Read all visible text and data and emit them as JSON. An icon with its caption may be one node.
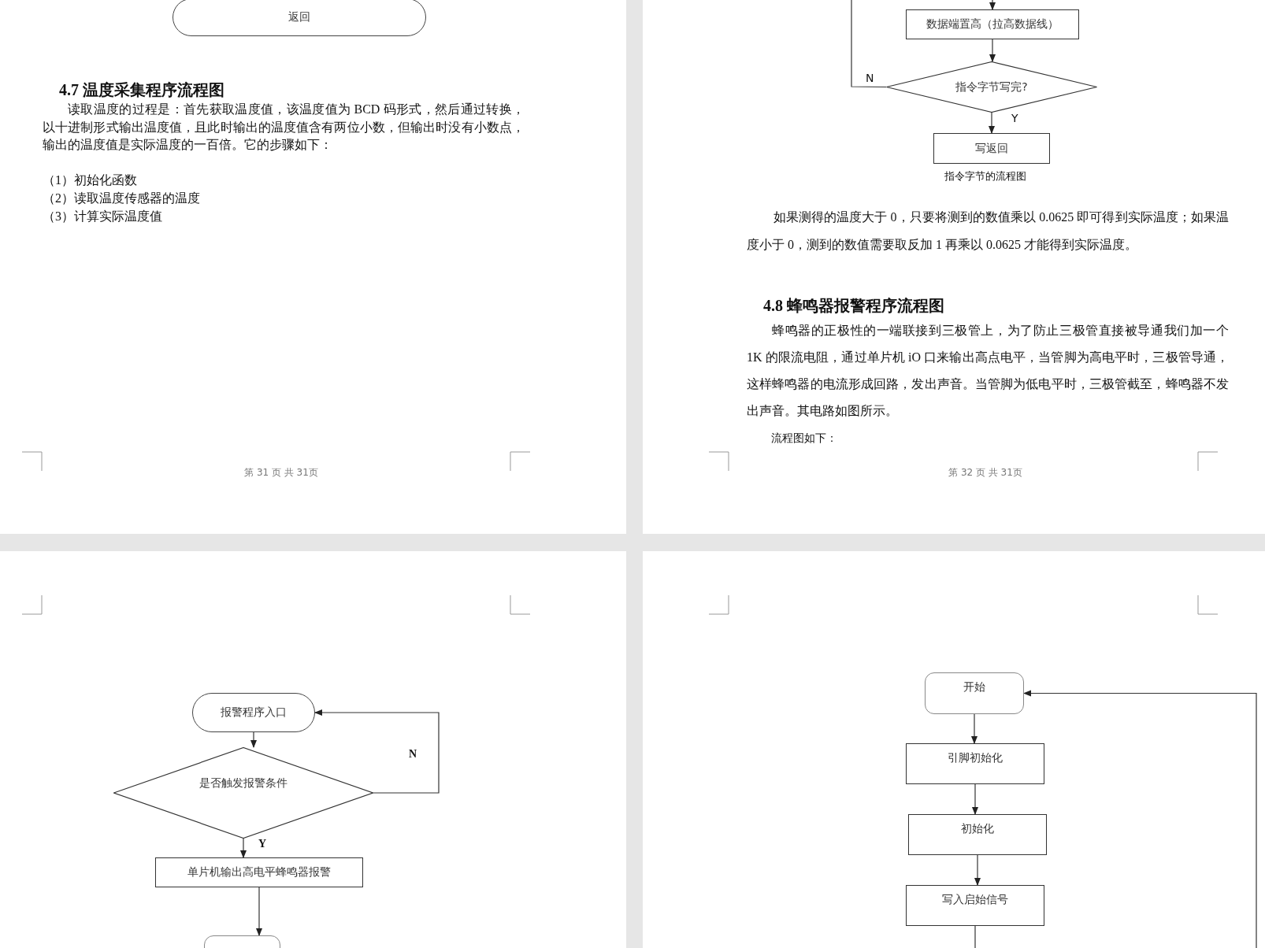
{
  "diagram": {
    "nodes": [
      {
        "text": [
          "返回"
        ]
      },
      {
        "text": [
          "数据端置高（拉高数据线）"
        ]
      },
      {
        "text": [
          "指令字节写完?"
        ]
      },
      {
        "text": [
          "写返回"
        ]
      },
      {
        "text": [
          "报警程序入口"
        ]
      },
      {
        "text": [
          "是否触发报警条件"
        ]
      },
      {
        "text": [
          "单片机输出高电平蜂鸣器报警"
        ]
      },
      {
        "text": [],
        "shape": "box"
      },
      {
        "text": [
          "开始"
        ]
      },
      {
        "text": [
          "引脚初始化"
        ]
      },
      {
        "text": [
          "初始化"
        ]
      },
      {
        "text": [
          "写入启始信号"
        ]
      }
    ],
    "edges": [
      {
        "from": null,
        "to": 1,
        "arrow": "to"
      },
      {
        "from": 1,
        "to": 2,
        "arrow": "to"
      },
      {
        "from": 2,
        "to": 3,
        "arrow": "to",
        "label": "Y"
      },
      {
        "from": 2,
        "to": null,
        "arrow": "none",
        "label": "N"
      },
      {
        "from": 4,
        "to": 5,
        "arrow": "to"
      },
      {
        "from": 5,
        "to": 6,
        "arrow": "to",
        "label": "Y"
      },
      {
        "from": 6,
        "to": 7,
        "arrow": "to"
      },
      {
        "from": 5,
        "to": 4,
        "arrow": "to",
        "label": "N"
      },
      {
        "from": 8,
        "to": 9,
        "arrow": "to"
      },
      {
        "from": 9,
        "to": 10,
        "arrow": "to"
      },
      {
        "from": 10,
        "to": 11,
        "arrow": "to"
      },
      {
        "from": 11,
        "to": null,
        "arrow": "none"
      },
      {
        "from": null,
        "to": 8,
        "arrow": "to"
      }
    ],
    "labels": [
      "4.7 温度采集程序流程图",
      "读取温度的过程是：首先获取温度值，该温度值为 BCD 码形式，然后通过转换，以十进制形式输出温度值，且此时输出的温度值含有两位小数，但输出时没有小数点，输出的温度值是实际温度的一百倍。它的步骤如下：",
      "（1）初始化函数",
      "（2）读取温度传感器的温度",
      "（3）计算实际温度值",
      "第 31 页 共 31页",
      "指令字节的流程图",
      "如果测得的温度大于 0，只要将测到的数值乘以 0.0625 即可得到实际温度；如果温度小于 0，测到的数值需要取反加 1 再乘以 0.0625 才能得到实际温度。",
      "4.8 蜂鸣器报警程序流程图",
      "蜂鸣器的正极性的一端联接到三极管上，为了防止三极管直接被导通我们加一个 1K 的限流电阻，通过单片机 iO 口来输出高点电平，当管脚为高电平时，三极管导通，这样蜂鸣器的电流形成回路，发出声音。当管脚为低电平时，三极管截至，蜂鸣器不发出声音。其电路如图所示。",
      "流程图如下：",
      "第 32 页 共 31页"
    ]
  }
}
